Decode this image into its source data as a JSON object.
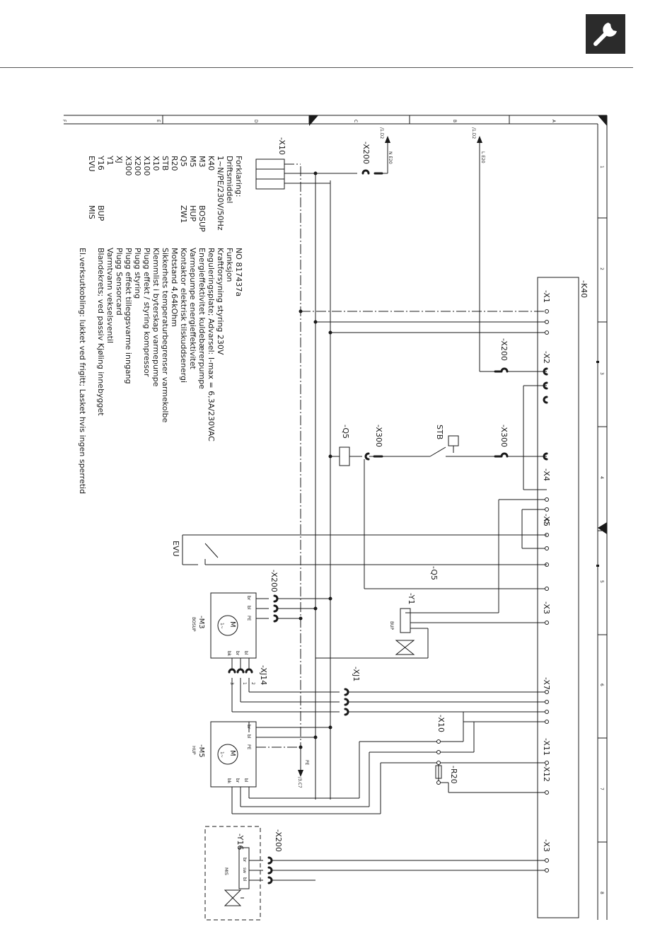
{
  "header": {
    "icon": "wrench-icon"
  },
  "frame": {
    "cols_left": [
      "F",
      "E",
      "D",
      "C",
      "B",
      "A"
    ],
    "rows_right": [
      "1",
      "2",
      "3",
      "4",
      "5",
      "6",
      "7",
      "8"
    ]
  },
  "legend": {
    "title1": "Forklaring:",
    "title2": "Driftsmiddel",
    "doc_no": "NO 817437a",
    "func_title": "Funksjon",
    "supply": "1~N/PE/230V/50Hz",
    "items": [
      {
        "code": "K40",
        "tag": "",
        "desc": "Kraftforsyning styring 230V"
      },
      {
        "code": "M3",
        "tag": "BOSUP",
        "desc": "Reguleringsplate; Advarsel: I-max = 6,3A/230VAC"
      },
      {
        "code": "M5",
        "tag": "HUP",
        "desc": "Energieffektivitet kuldebærerpumpe"
      },
      {
        "code": "Q5",
        "tag": "ZW1",
        "desc": "Varmepumpe energieffektivitet"
      },
      {
        "code": "R20",
        "tag": "",
        "desc": "Kontaktor elektrisk tilskuddsenergi"
      },
      {
        "code": "STB",
        "tag": "",
        "desc": "Motstand      4,64kOhm"
      },
      {
        "code": "X10",
        "tag": "",
        "desc": "Sikkerhets temperaturbegrenser varmekolbe"
      },
      {
        "code": "X100",
        "tag": "",
        "desc": "Klemmlist i byterskap varmepumpe"
      },
      {
        "code": "X200",
        "tag": "",
        "desc": "Plugg effekt / styring kompressor"
      },
      {
        "code": "X300",
        "tag": "",
        "desc": "Plugg styring"
      },
      {
        "code": "XJ",
        "tag": "",
        "desc": "Plugg effekt tilleggsvarme inngang"
      },
      {
        "code": "Y1",
        "tag": "BUP",
        "desc": "Plugg Sensorcard"
      },
      {
        "code": "Y16",
        "tag": "MIS",
        "desc": "Varmtvann vekselsventil"
      },
      {
        "code": "EVU",
        "tag": "",
        "desc": "Blandekrets; ved passiv Kjøling innebygget"
      },
      {
        "code": "",
        "tag": "",
        "desc": "El.verksutkobling: lukket ved frigitt; Lasket hvis ingen sperretid"
      }
    ]
  },
  "labels": {
    "k40": "-K40",
    "x1": "-X1",
    "x2": "-X2",
    "x4": "-X4",
    "x5": "-X5",
    "x3a": "-X3",
    "x7": "-X7",
    "x11": "-X11",
    "x12": "-X12",
    "x3b": "-X3",
    "x200_top": "-X200",
    "x200_mid": "-X200",
    "x200_m3": "-X200",
    "x200_y16": "-X200",
    "x300_a": "-X300",
    "x300_b": "-X300",
    "x10_top": "-X10",
    "x10_right": "-X10",
    "q5_a": "-Q5",
    "q5_b": "-Q5",
    "stb": "STB",
    "y1": "-Y1",
    "y1_tag": "BUP",
    "xj1": "-XJ1",
    "xj14": "-XJ14",
    "m3": "-M3",
    "m3_tag": "BOSUP",
    "m5": "-M5",
    "m5_tag": "HUP",
    "r20": "-R20",
    "y16": "-Y16",
    "y16_tag": "MIS",
    "evu": "EVU",
    "ref_ne20": "N E20",
    "ref_1d2_a": "/1.D2",
    "ref_le20": "L E20",
    "ref_1d2_b": "/1.D2",
    "ref_pe": "PE",
    "ref_3c7": "/3.C7",
    "motor_m": "M",
    "motor_1": "1~",
    "w_br": "br",
    "w_bl": "bl",
    "w_pe": "PE",
    "w_bk": "bk",
    "w_sw": "sw",
    "p1": "1",
    "p2": "2",
    "p3": "3"
  }
}
